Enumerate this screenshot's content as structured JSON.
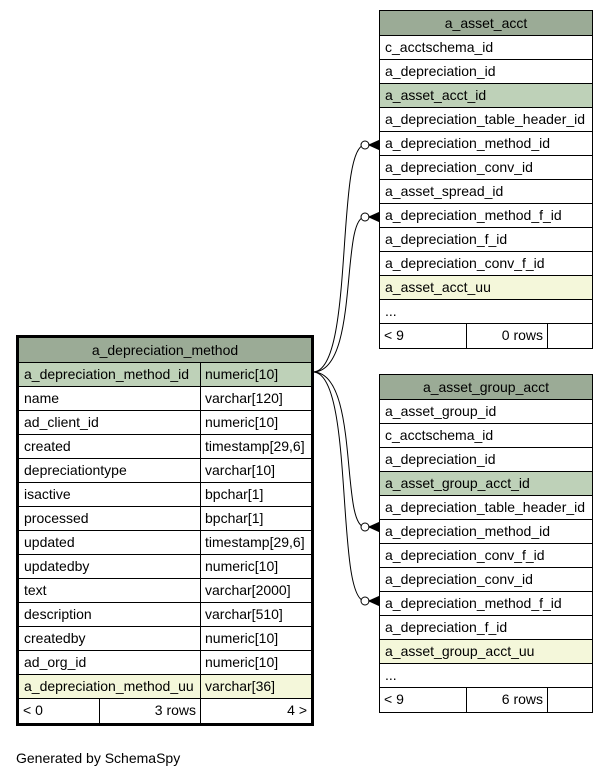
{
  "diagram": {
    "credit": "Generated by SchemaSpy"
  },
  "tables": {
    "depreciation_method": {
      "name": "a_depreciation_method",
      "columns": [
        {
          "name": "a_depreciation_method_id",
          "type": "numeric[10]",
          "kind": "pk"
        },
        {
          "name": "name",
          "type": "varchar[120]",
          "kind": ""
        },
        {
          "name": "ad_client_id",
          "type": "numeric[10]",
          "kind": ""
        },
        {
          "name": "created",
          "type": "timestamp[29,6]",
          "kind": ""
        },
        {
          "name": "depreciationtype",
          "type": "varchar[10]",
          "kind": ""
        },
        {
          "name": "isactive",
          "type": "bpchar[1]",
          "kind": ""
        },
        {
          "name": "processed",
          "type": "bpchar[1]",
          "kind": ""
        },
        {
          "name": "updated",
          "type": "timestamp[29,6]",
          "kind": ""
        },
        {
          "name": "updatedby",
          "type": "numeric[10]",
          "kind": ""
        },
        {
          "name": "text",
          "type": "varchar[2000]",
          "kind": ""
        },
        {
          "name": "description",
          "type": "varchar[510]",
          "kind": ""
        },
        {
          "name": "createdby",
          "type": "numeric[10]",
          "kind": ""
        },
        {
          "name": "ad_org_id",
          "type": "numeric[10]",
          "kind": ""
        },
        {
          "name": "a_depreciation_method_uu",
          "type": "varchar[36]",
          "kind": "uu"
        }
      ],
      "footer": {
        "parents": "< 0",
        "rows": "3 rows",
        "children": "4 >"
      }
    },
    "asset_acct": {
      "name": "a_asset_acct",
      "columns": [
        {
          "name": "c_acctschema_id",
          "kind": ""
        },
        {
          "name": "a_depreciation_id",
          "kind": ""
        },
        {
          "name": "a_asset_acct_id",
          "kind": "pk"
        },
        {
          "name": "a_depreciation_table_header_id",
          "kind": ""
        },
        {
          "name": "a_depreciation_method_id",
          "kind": ""
        },
        {
          "name": "a_depreciation_conv_id",
          "kind": ""
        },
        {
          "name": "a_asset_spread_id",
          "kind": ""
        },
        {
          "name": "a_depreciation_method_f_id",
          "kind": ""
        },
        {
          "name": "a_depreciation_f_id",
          "kind": ""
        },
        {
          "name": "a_depreciation_conv_f_id",
          "kind": ""
        },
        {
          "name": "a_asset_acct_uu",
          "kind": "uu"
        },
        {
          "name": "...",
          "kind": ""
        }
      ],
      "footer": {
        "parents": "< 9",
        "rows": "0 rows",
        "children": ""
      }
    },
    "asset_group_acct": {
      "name": "a_asset_group_acct",
      "columns": [
        {
          "name": "a_asset_group_id",
          "kind": ""
        },
        {
          "name": "c_acctschema_id",
          "kind": ""
        },
        {
          "name": "a_depreciation_id",
          "kind": ""
        },
        {
          "name": "a_asset_group_acct_id",
          "kind": "pk"
        },
        {
          "name": "a_depreciation_table_header_id",
          "kind": ""
        },
        {
          "name": "a_depreciation_method_id",
          "kind": ""
        },
        {
          "name": "a_depreciation_conv_f_id",
          "kind": ""
        },
        {
          "name": "a_depreciation_conv_id",
          "kind": ""
        },
        {
          "name": "a_depreciation_method_f_id",
          "kind": ""
        },
        {
          "name": "a_depreciation_f_id",
          "kind": ""
        },
        {
          "name": "a_asset_group_acct_uu",
          "kind": "uu"
        },
        {
          "name": "...",
          "kind": ""
        }
      ],
      "footer": {
        "parents": "< 9",
        "rows": "6 rows",
        "children": ""
      }
    }
  }
}
